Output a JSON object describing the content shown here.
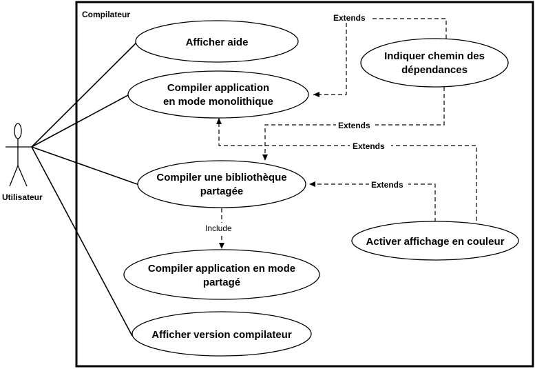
{
  "system": {
    "name": "Compilateur"
  },
  "actor": {
    "name": "Utilisateur"
  },
  "use_cases": {
    "afficher_aide": [
      "Afficher aide"
    ],
    "compiler_monolithique": [
      "Compiler application",
      "en mode monolithique"
    ],
    "compiler_bibliotheque": [
      "Compiler une bibliothèque",
      "partagée"
    ],
    "compiler_partage": [
      "Compiler application en mode",
      "partagé"
    ],
    "afficher_version": [
      "Afficher version compilateur"
    ],
    "indiquer_chemin": [
      "Indiquer chemin des",
      "dépendances"
    ],
    "activer_couleur": [
      "Activer affichage en couleur"
    ]
  },
  "relations": {
    "extends_label": "Extends",
    "include_label": "Include"
  }
}
